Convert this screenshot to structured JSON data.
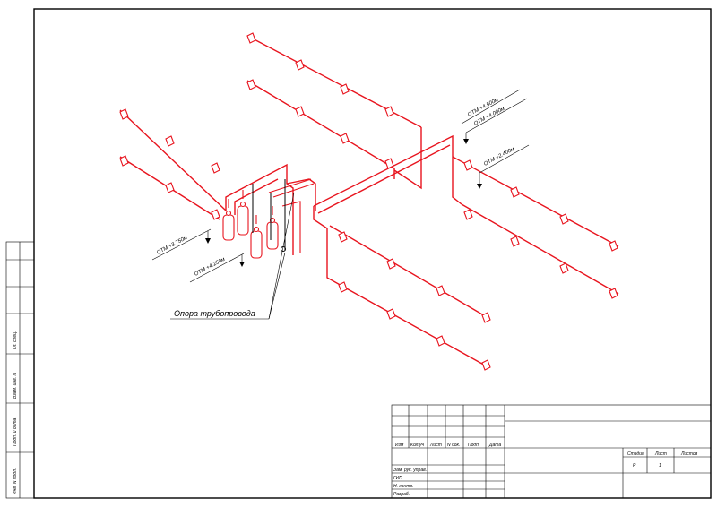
{
  "drawing": {
    "elevations": {
      "e1": "ОТМ  +4.500м",
      "e2": "ОТМ  +4.000м",
      "e3": "ОТМ  +2.400м",
      "e4": "ОТМ  +3.750м",
      "e5": "ОТМ  +4.250м"
    },
    "support_label": "Опора  трубопровода"
  },
  "title_block": {
    "headers": [
      "Изм",
      "Кол.уч",
      "Лист",
      "N  док.",
      "Подп.",
      "Дата"
    ],
    "roles": [
      "Зам. рук. управ.",
      "ГИП",
      "Н. контр.",
      "Разраб."
    ],
    "stage_headers": [
      "Стадия",
      "Лист",
      "Листов"
    ],
    "stage_value": "Р",
    "sheet_value": "1"
  },
  "side_stamp": {
    "labels": [
      "Инв. N подл.",
      "Подп. и дата",
      "Взам. инв. N",
      "Гл. спец."
    ]
  },
  "colors": {
    "pipe": "#e8141e",
    "lines": "#000000"
  }
}
